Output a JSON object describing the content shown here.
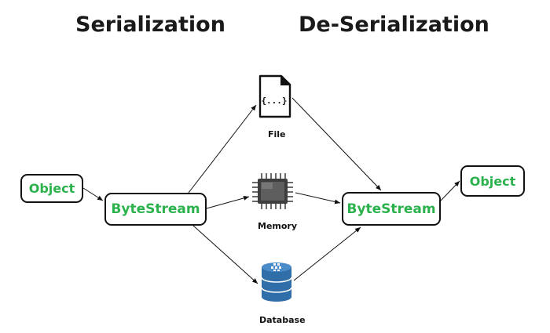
{
  "headings": {
    "serialization": "Serialization",
    "deserialization": "De-Serialization"
  },
  "nodes": {
    "object_in": "Object",
    "bytestream_left": "ByteStream",
    "bytestream_right": "ByteStream",
    "object_out": "Object"
  },
  "storage": {
    "file": {
      "label": "File",
      "icon": "file-icon",
      "glyph": "{...}"
    },
    "memory": {
      "label": "Memory",
      "icon": "memory-chip-icon"
    },
    "database": {
      "label": "Database",
      "icon": "database-icon"
    }
  },
  "colors": {
    "node_text": "#2bb24c",
    "chip": "#555555",
    "database": "#2f6ea8"
  }
}
